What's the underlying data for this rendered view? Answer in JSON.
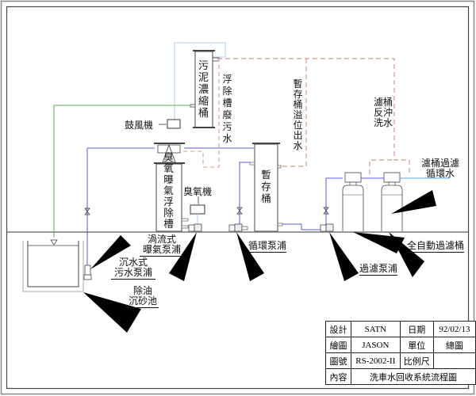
{
  "diagram": {
    "title": "洗車水回收系統流程圖",
    "colors": {
      "frame": "#555555",
      "pipe_blue": "#5a5ad8",
      "pipe_lightblue": "#a8cdf0",
      "pipe_green": "#5fa85f",
      "pipe_dashed": "#d49a88",
      "ground": "#999999"
    },
    "equipment": {
      "sludge_tank": "污泥濃縮桶",
      "blower": "鼓風機",
      "ozone_flotation_tank": "臭氧曝氣浮除槽",
      "ozone_generator": "臭氧機",
      "storage_tank": "暫存桶"
    },
    "flow_labels": {
      "flotation_waste": "浮除槽廢污水",
      "storage_overflow": "暫存桶溢位出水",
      "filter_backwash": [
        "濾桶",
        "反沖",
        "洗水"
      ],
      "filter_circulation": [
        "濾桶過濾",
        "循環水"
      ]
    },
    "callouts": {
      "vortex_pump": [
        "渦流式",
        "曝氣泵浦"
      ],
      "submersible_pump": [
        "沉水式",
        "污水泵浦"
      ],
      "grease_trap": [
        "除油",
        "沉砂池"
      ],
      "circulation_pump": "循環泵浦",
      "filter_pump": "過濾泵浦",
      "auto_filter": "全自動過濾桶"
    },
    "title_block": {
      "rows": [
        [
          "設計",
          "SATN",
          "日期",
          "92/02/13"
        ],
        [
          "繪圖",
          "JASON",
          "單位",
          "總圖"
        ],
        [
          "圖號",
          "RS-2002-II",
          "比例尺",
          ""
        ],
        [
          "內容",
          "洗車水回收系統流程圖"
        ]
      ]
    }
  }
}
